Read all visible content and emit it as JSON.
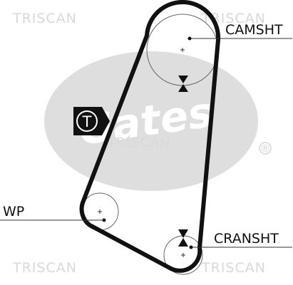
{
  "watermark": {
    "brand": "TRISCAN",
    "logo_text": "Gates",
    "registered_mark": "®"
  },
  "labels": {
    "camshaft": "CAMSHT",
    "water_pump": "WP",
    "crankshaft": "CRANSHT"
  },
  "tensioner": {
    "symbol": "T"
  },
  "colors": {
    "belt": "#111111",
    "watermark": "#d9d9d9",
    "logo": "#dddddd",
    "pulley_outline": "#555555"
  }
}
